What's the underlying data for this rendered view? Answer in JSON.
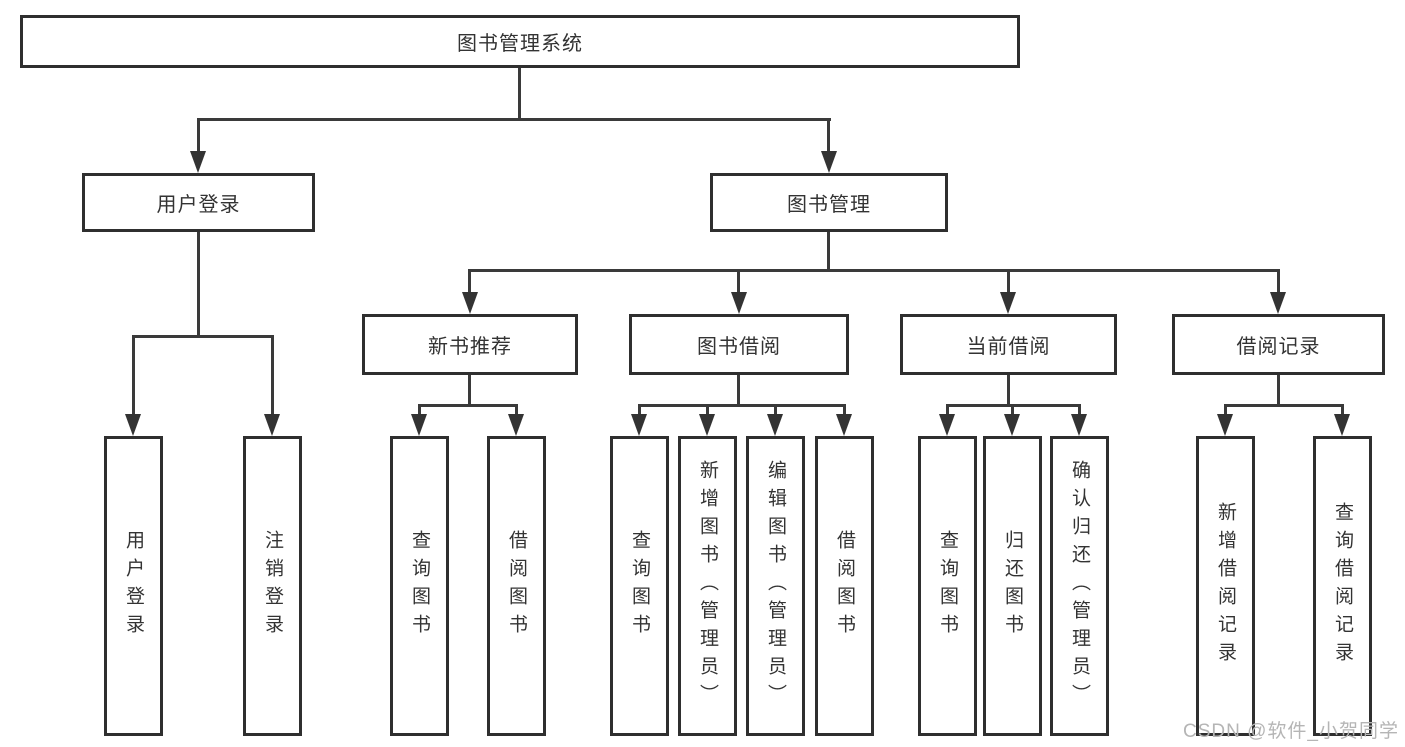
{
  "diagram": {
    "tree": {
      "root": {
        "label": "图书管理系统",
        "children": [
          {
            "label": "用户登录",
            "children": [
              {
                "label": "用户登录"
              },
              {
                "label": "注销登录"
              }
            ]
          },
          {
            "label": "图书管理",
            "children": [
              {
                "label": "新书推荐",
                "children": [
                  {
                    "label": "查询图书"
                  },
                  {
                    "label": "借阅图书"
                  }
                ]
              },
              {
                "label": "图书借阅",
                "children": [
                  {
                    "label": "查询图书"
                  },
                  {
                    "label": "新增图书（管理员）"
                  },
                  {
                    "label": "编辑图书（管理员）"
                  },
                  {
                    "label": "借阅图书"
                  }
                ]
              },
              {
                "label": "当前借阅",
                "children": [
                  {
                    "label": "查询图书"
                  },
                  {
                    "label": "归还图书"
                  },
                  {
                    "label": "确认归还（管理员）"
                  }
                ]
              },
              {
                "label": "借阅记录",
                "children": [
                  {
                    "label": "新增借阅记录"
                  },
                  {
                    "label": "查询借阅记录"
                  }
                ]
              }
            ]
          }
        ]
      }
    },
    "colors": {
      "box_border": "#2f2f2f",
      "connector": "#3a3a3a",
      "text": "#333333",
      "watermark": "#b5b5b5",
      "background": "#ffffff"
    },
    "watermark": {
      "text": "CSDN @软件_小贺同学"
    }
  }
}
